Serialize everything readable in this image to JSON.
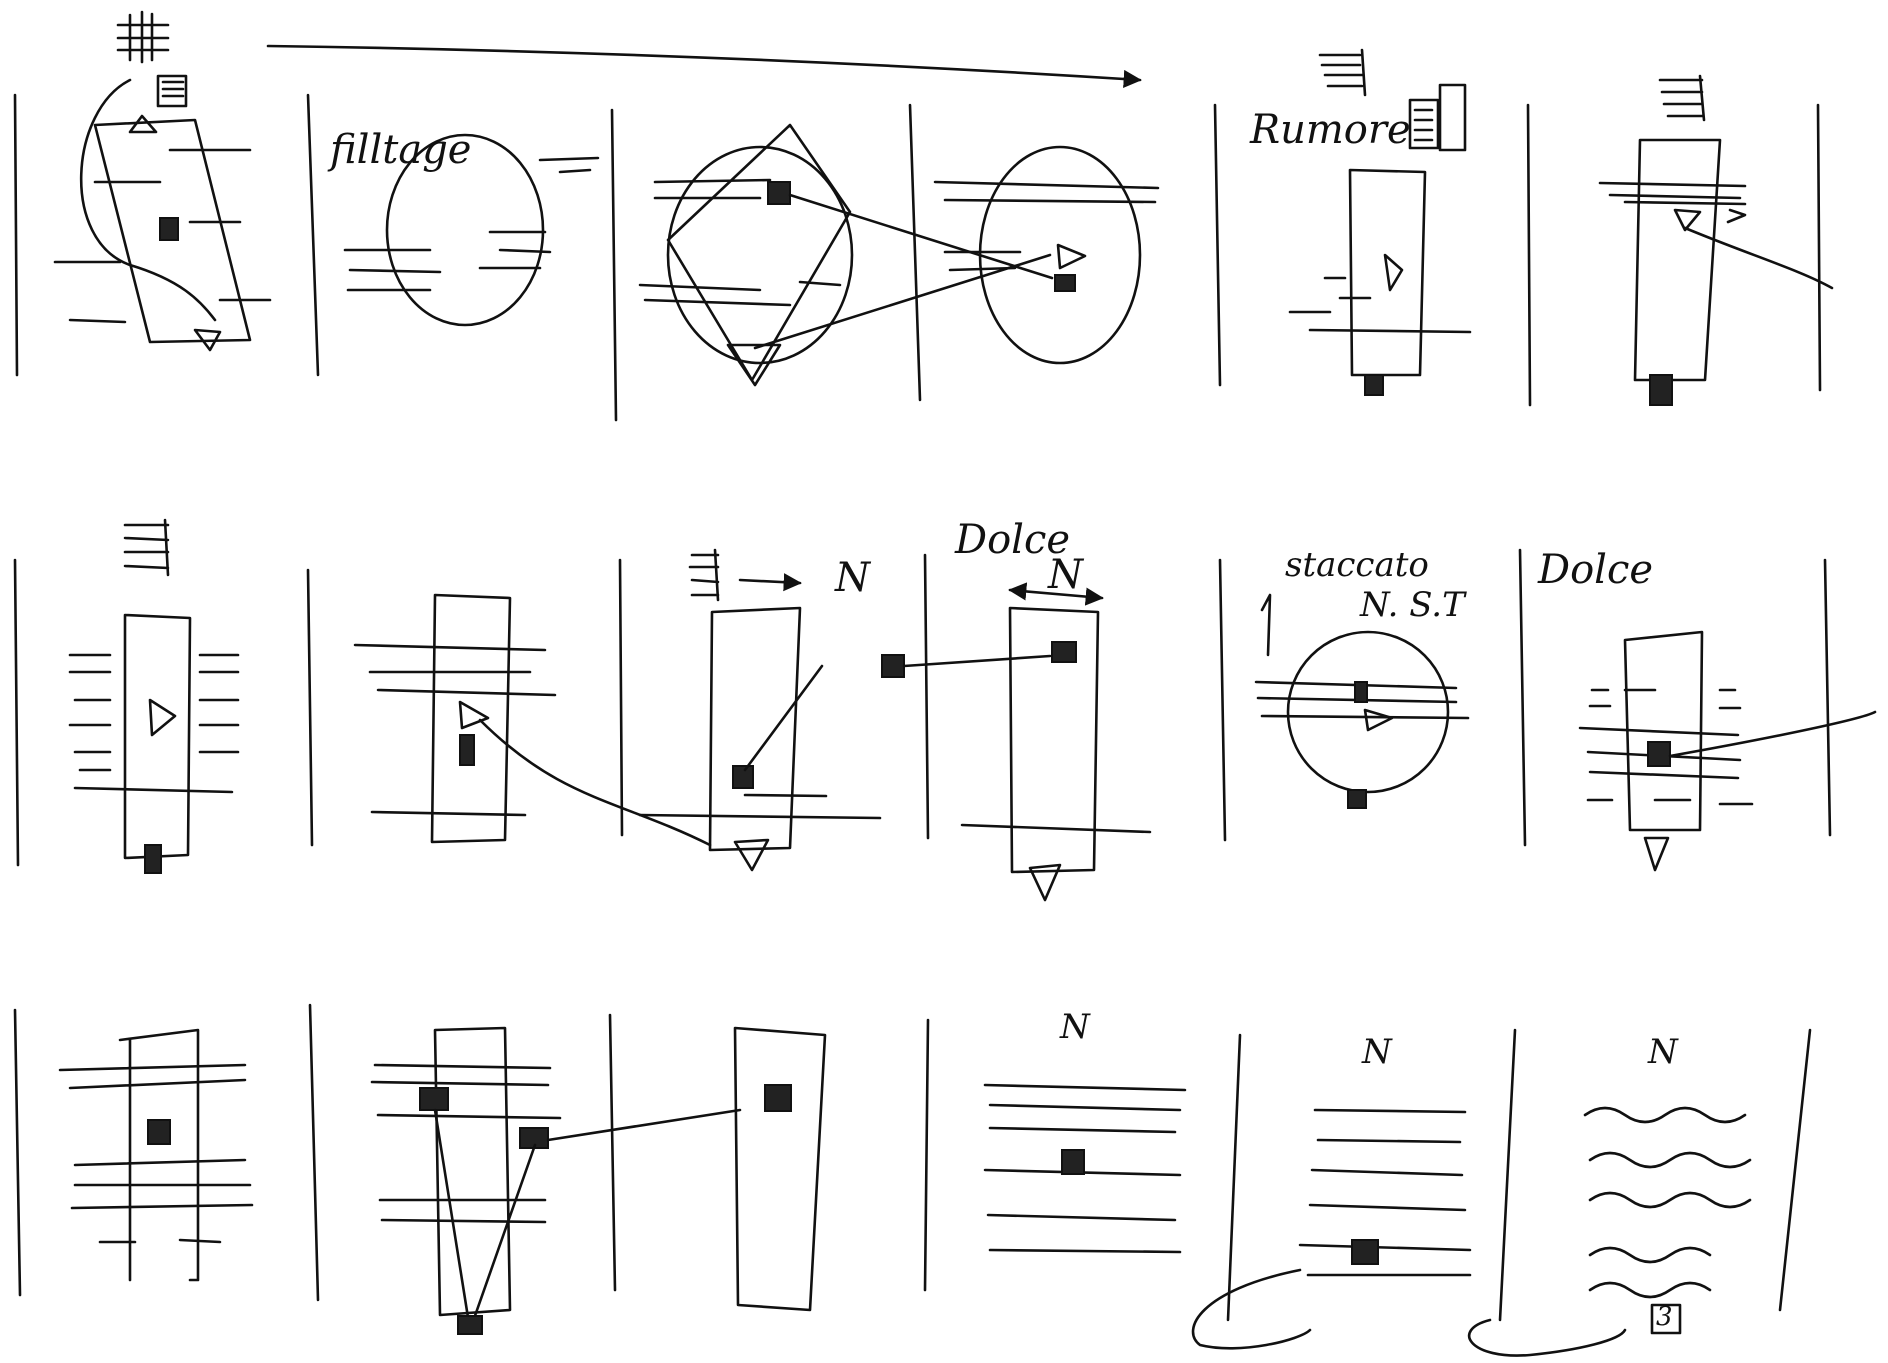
{
  "labels": {
    "fillage": "filltage",
    "rumore": "Rumore",
    "dolce_1": "Dolce",
    "staccato": "staccato",
    "nst": "N. S.T",
    "dolce_2": "Dolce",
    "n_arrow": "N",
    "n_double": "N",
    "n_row3_a": "N",
    "n_row3_b": "N",
    "n_row3_c": "N",
    "box_digit": "3"
  },
  "colors": {
    "ink": "#111111",
    "paper": "#ffffff"
  }
}
